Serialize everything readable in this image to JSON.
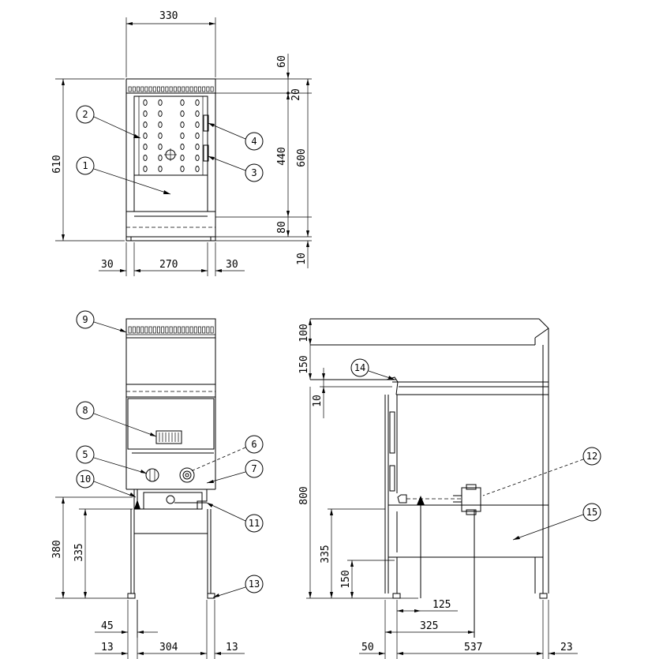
{
  "dimensions": {
    "top_width": "330",
    "top_60": "60",
    "top_20": "20",
    "top_440": "440",
    "top_600": "600",
    "top_610": "610",
    "top_80": "80",
    "top_10": "10",
    "top_left_30": "30",
    "top_270": "270",
    "top_right_30": "30",
    "front_380": "380",
    "front_335": "335",
    "front_45": "45",
    "front_13_left": "13",
    "front_304": "304",
    "front_13_right": "13",
    "side_100": "100",
    "side_150_top": "150",
    "side_10": "10",
    "side_800": "800",
    "side_335": "335",
    "side_150_bottom": "150",
    "side_125": "125",
    "side_325": "325",
    "side_50": "50",
    "side_537": "537",
    "side_23": "23"
  },
  "callouts": [
    "1",
    "2",
    "3",
    "4",
    "5",
    "6",
    "7",
    "8",
    "9",
    "10",
    "11",
    "12",
    "13",
    "14",
    "15"
  ]
}
